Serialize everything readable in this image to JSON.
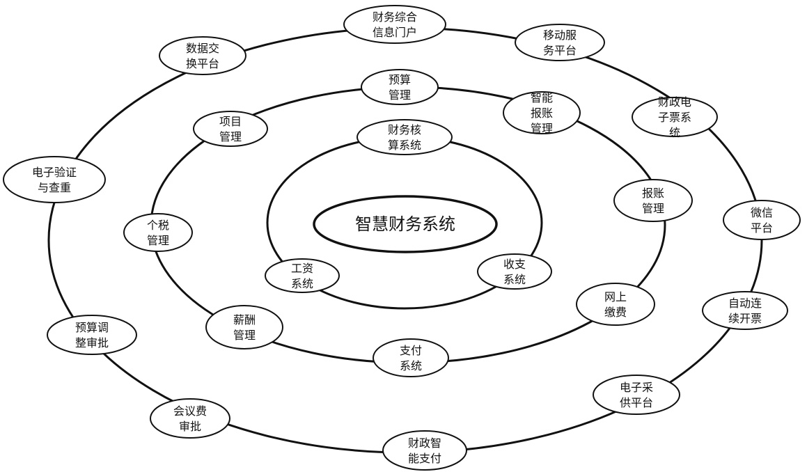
{
  "center": {
    "label": "智慧财务系统"
  },
  "nodes": [
    {
      "id": "caiwu-zonghe",
      "lines": [
        "财务综合",
        "信息门户"
      ]
    },
    {
      "id": "yidong-fuwu",
      "lines": [
        "移动服",
        "务平台"
      ]
    },
    {
      "id": "shuju-jiaohuan",
      "lines": [
        "数据交",
        "换平台"
      ]
    },
    {
      "id": "yusuan-guanli",
      "lines": [
        "预算",
        "管理"
      ]
    },
    {
      "id": "zhineng-baozhang",
      "lines": [
        "智能",
        "报账",
        "管理"
      ]
    },
    {
      "id": "xiangmu-guanli",
      "lines": [
        "项目",
        "管理"
      ]
    },
    {
      "id": "caiwu-hesuan",
      "lines": [
        "财务核",
        "算系统"
      ]
    },
    {
      "id": "caizheng-dianzipiao",
      "lines": [
        "财政电",
        "子票系",
        "统"
      ]
    },
    {
      "id": "dianzi-yanzheng",
      "lines": [
        "电子验证",
        "与查重"
      ]
    },
    {
      "id": "baozhang-guanli",
      "lines": [
        "报账",
        "管理"
      ]
    },
    {
      "id": "weixin-pingtai",
      "lines": [
        "微信",
        "平台"
      ]
    },
    {
      "id": "geshui-guanli",
      "lines": [
        "个税",
        "管理"
      ]
    },
    {
      "id": "gongzi-xitong",
      "lines": [
        "工资",
        "系统"
      ]
    },
    {
      "id": "shouzhi-xitong",
      "lines": [
        "收支",
        "系统"
      ]
    },
    {
      "id": "wangshang-jiaofei",
      "lines": [
        "网上",
        "缴费"
      ]
    },
    {
      "id": "zidong-kaipiao",
      "lines": [
        "自动连",
        "续开票"
      ]
    },
    {
      "id": "xinchou-guanli",
      "lines": [
        "薪酬",
        "管理"
      ]
    },
    {
      "id": "yusuan-tiaozheng",
      "lines": [
        "预算调",
        "整审批"
      ]
    },
    {
      "id": "zhifu-xitong",
      "lines": [
        "支付",
        "系统"
      ]
    },
    {
      "id": "dianzi-caigong",
      "lines": [
        "电子采",
        "供平台"
      ]
    },
    {
      "id": "huiyifei-shenpi",
      "lines": [
        "会议费",
        "审批"
      ]
    },
    {
      "id": "caizheng-zhifu",
      "lines": [
        "财政智",
        "能支付"
      ]
    }
  ]
}
